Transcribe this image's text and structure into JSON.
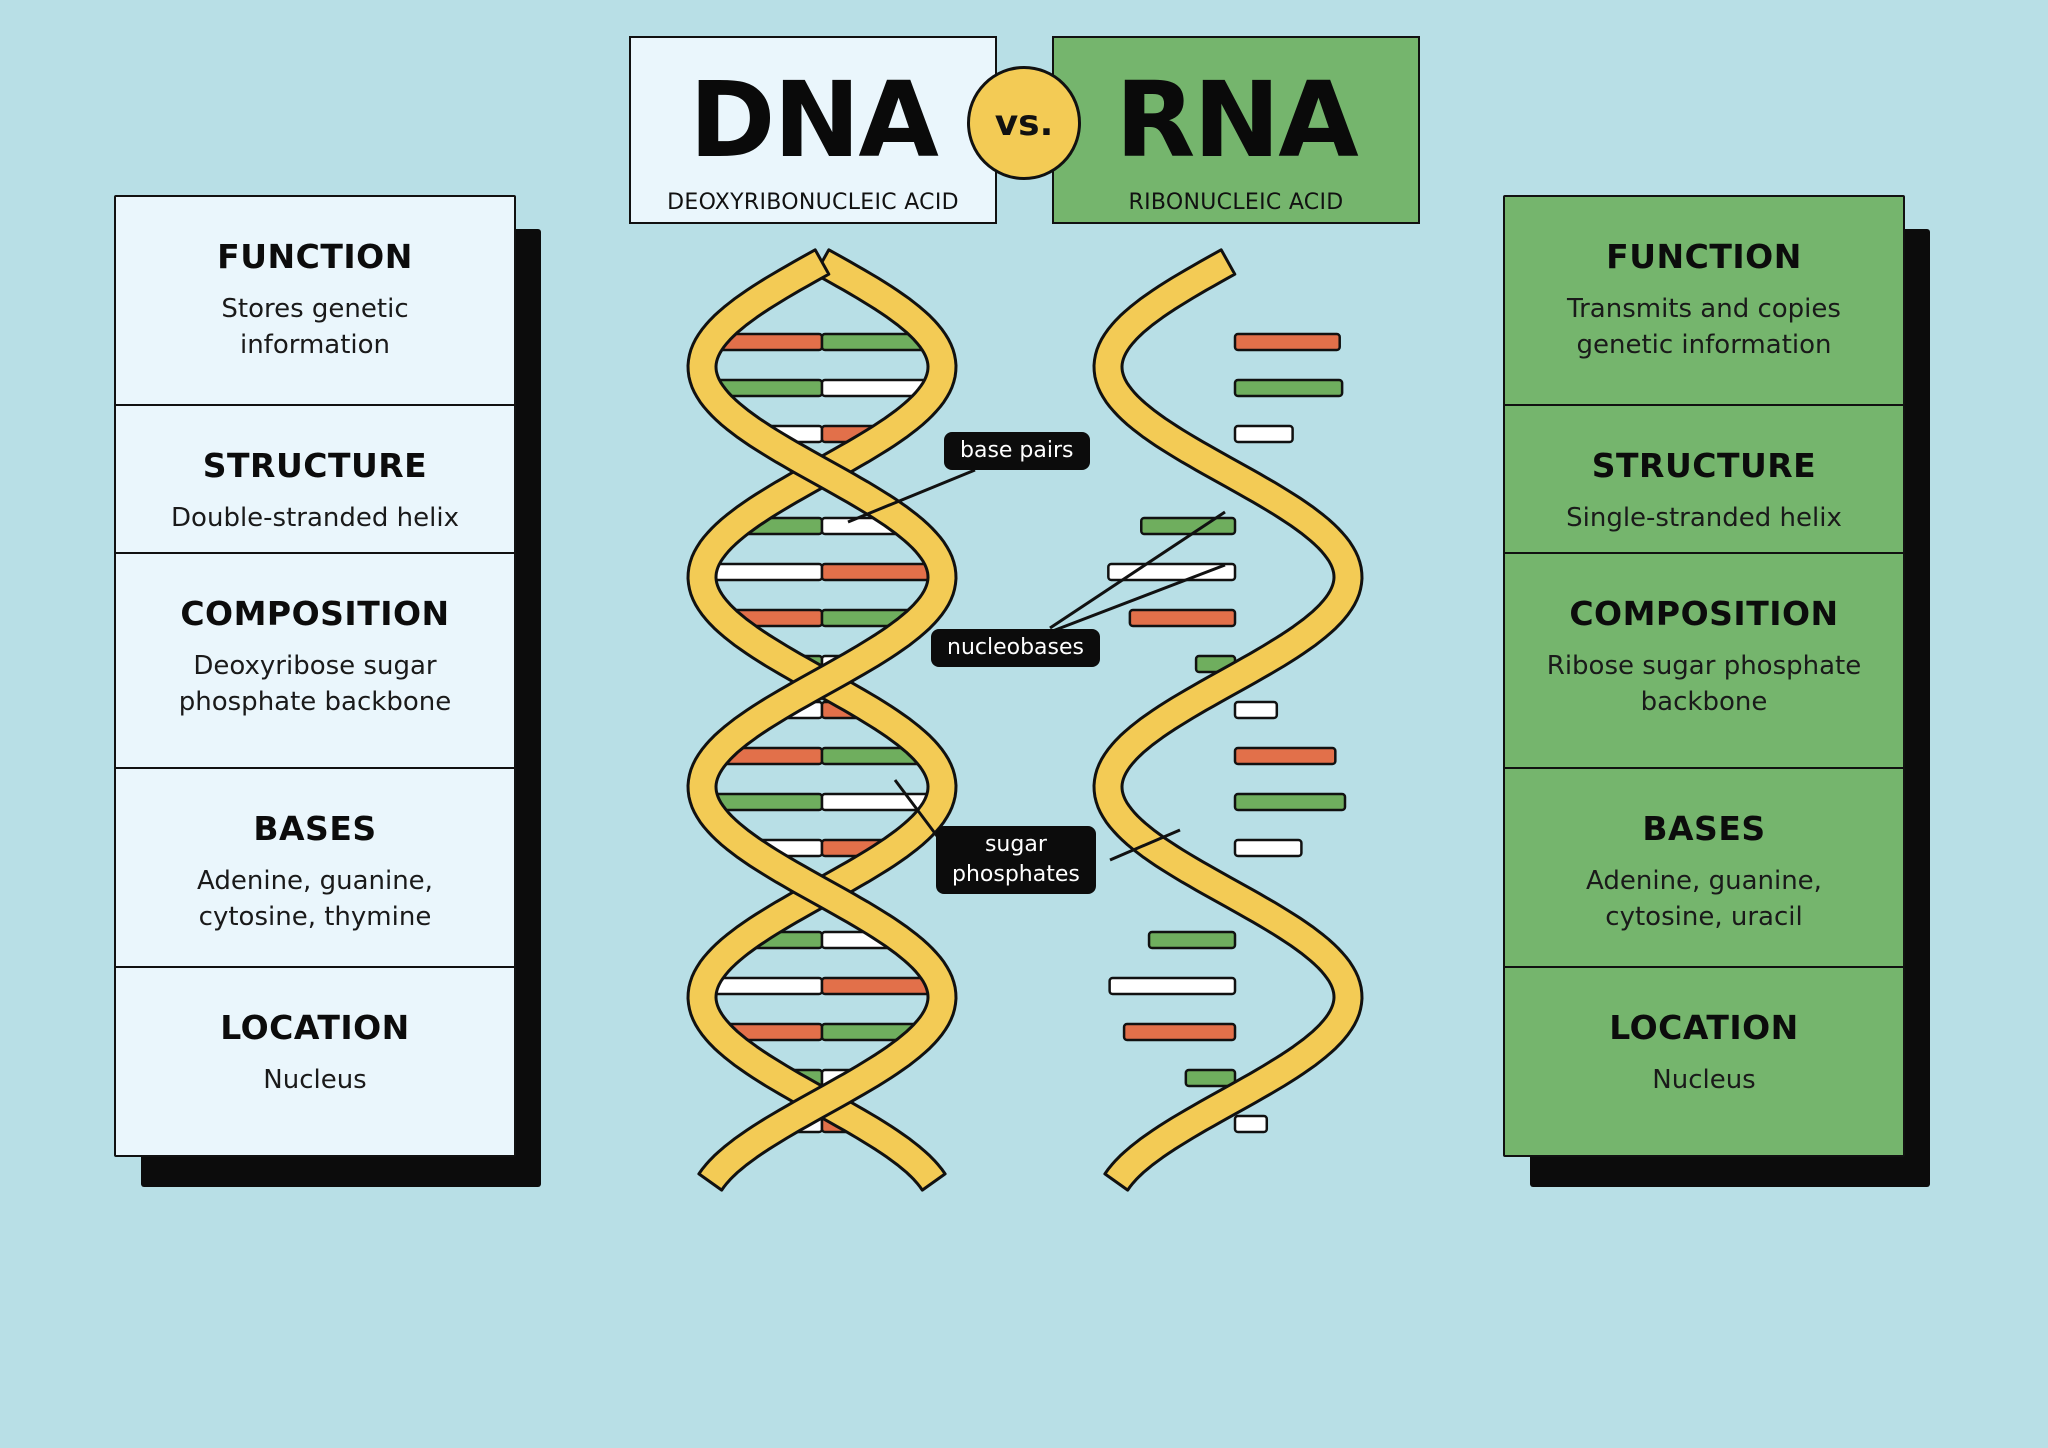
{
  "header": {
    "dna_title": "DNA",
    "dna_subtitle": "DEOXYRIBONUCLEIC ACID",
    "vs_label": "vs.",
    "rna_title": "RNA",
    "rna_subtitle": "RIBONUCLEIC ACID"
  },
  "dna_panel": [
    {
      "heading": "FUNCTION",
      "text": "Stores genetic information"
    },
    {
      "heading": "STRUCTURE",
      "text": "Double-stranded helix"
    },
    {
      "heading": "COMPOSITION",
      "text": "Deoxyribose sugar phosphate backbone"
    },
    {
      "heading": "BASES",
      "text": "Adenine, guanine, cytosine, thymine"
    },
    {
      "heading": "LOCATION",
      "text": "Nucleus"
    }
  ],
  "rna_panel": [
    {
      "heading": "FUNCTION",
      "text": "Transmits and copies genetic information"
    },
    {
      "heading": "STRUCTURE",
      "text": "Single-stranded helix"
    },
    {
      "heading": "COMPOSITION",
      "text": "Ribose sugar phosphate backbone"
    },
    {
      "heading": "BASES",
      "text": "Adenine, guanine, cytosine, uracil"
    },
    {
      "heading": "LOCATION",
      "text": "Nucleus"
    }
  ],
  "labels": {
    "base_pairs": "base pairs",
    "nucleobases": "nucleobases",
    "sugar_phosphates_line1": "sugar",
    "sugar_phosphates_line2": "phosphates"
  },
  "colors": {
    "background": "#b8dfe6",
    "dna_panel": "#eaf6fc",
    "rna_panel": "#75b56d",
    "backbone": "#f3cb55",
    "base_red": "#e2704a",
    "base_green": "#6fae5e",
    "base_white": "#ffffff"
  }
}
